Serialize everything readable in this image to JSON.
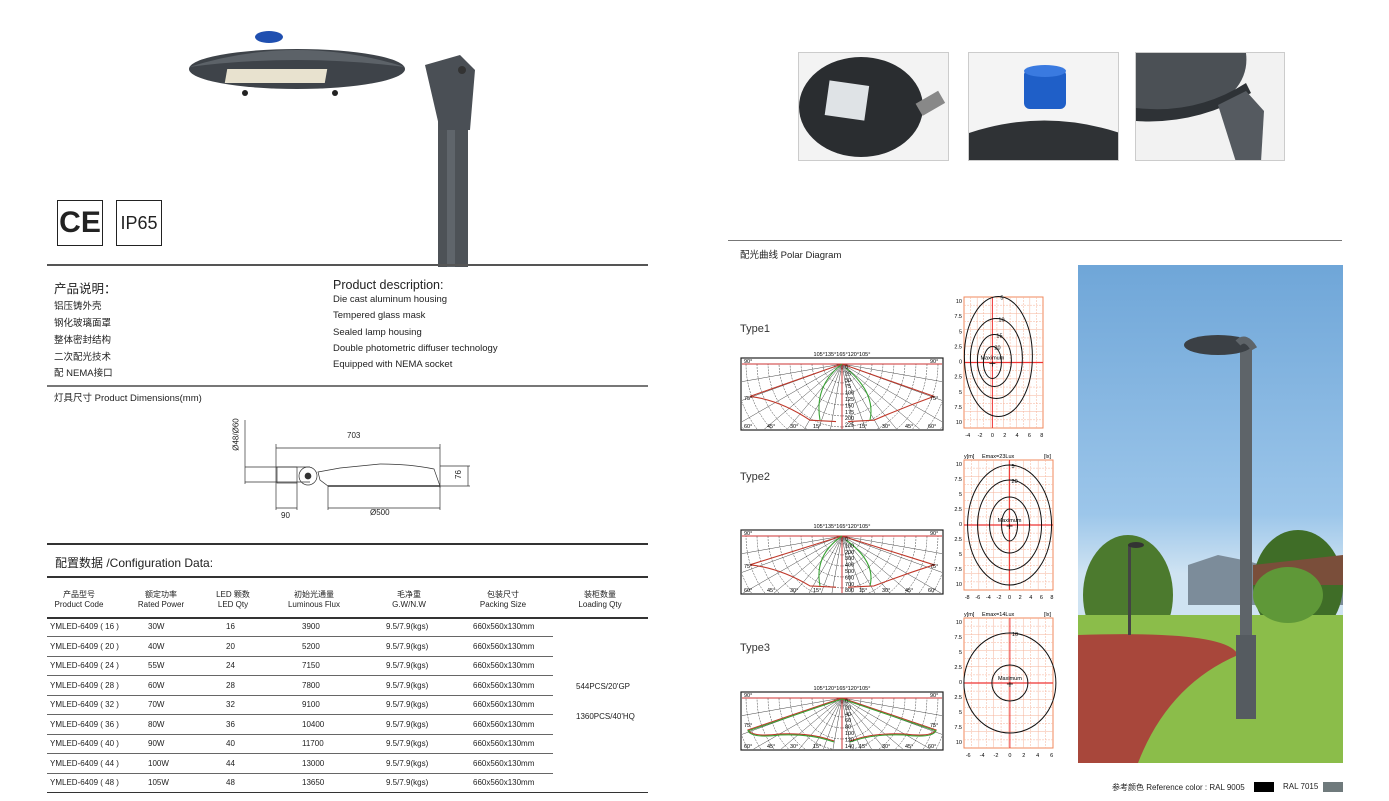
{
  "certifications": {
    "ce": "CE",
    "ip": "IP65"
  },
  "description_cn": {
    "title": "产品说明：",
    "items": [
      "铝压铸外壳",
      "钢化玻璃面罩",
      "整体密封结构",
      "二次配光技术",
      "配 NEMA接口"
    ]
  },
  "description_en": {
    "title": "Product description:",
    "items": [
      "Die cast aluminum housing",
      "Tempered glass mask",
      "Sealed lamp housing",
      "Double photometric diffuser technology",
      "Equipped with NEMA socket"
    ]
  },
  "dimensions": {
    "title": "灯具尺寸 Product Dimensions(mm)",
    "length": "703",
    "diameter_pole": "Ø48/Ø60",
    "height": "76",
    "arm": "90",
    "diameter_head": "Ø500"
  },
  "config": {
    "title": "配置数据 /Configuration Data:",
    "headers": [
      {
        "cn": "产品型号",
        "en": "Product Code"
      },
      {
        "cn": "额定功率",
        "en": "Rated Power"
      },
      {
        "cn": "LED 颗数",
        "en": "LED Qty"
      },
      {
        "cn": "初始光通量",
        "en": "Luminous Flux"
      },
      {
        "cn": "毛净重",
        "en": "G.W/N.W"
      },
      {
        "cn": "包装尺寸",
        "en": "Packing Size"
      },
      {
        "cn": "装柜数量",
        "en": "Loading Qty"
      }
    ],
    "rows": [
      [
        "YMLED-6409 ( 16 )",
        "30W",
        "16",
        "3900",
        "9.5/7.9(kgs)",
        "660x560x130mm"
      ],
      [
        "YMLED-6409 ( 20 )",
        "40W",
        "20",
        "5200",
        "9.5/7.9(kgs)",
        "660x560x130mm"
      ],
      [
        "YMLED-6409 ( 24 )",
        "55W",
        "24",
        "7150",
        "9.5/7.9(kgs)",
        "660x560x130mm"
      ],
      [
        "YMLED-6409 ( 28 )",
        "60W",
        "28",
        "7800",
        "9.5/7.9(kgs)",
        "660x560x130mm"
      ],
      [
        "YMLED-6409 ( 32 )",
        "70W",
        "32",
        "9100",
        "9.5/7.9(kgs)",
        "660x560x130mm"
      ],
      [
        "YMLED-6409 ( 36 )",
        "80W",
        "36",
        "10400",
        "9.5/7.9(kgs)",
        "660x560x130mm"
      ],
      [
        "YMLED-6409 ( 40 )",
        "90W",
        "40",
        "11700",
        "9.5/7.9(kgs)",
        "660x560x130mm"
      ],
      [
        "YMLED-6409 ( 44 )",
        "100W",
        "44",
        "13000",
        "9.5/7.9(kgs)",
        "660x560x130mm"
      ],
      [
        "YMLED-6409 ( 48 )",
        "105W",
        "48",
        "13650",
        "9.5/7.9(kgs)",
        "660x560x130mm"
      ]
    ],
    "loading": [
      "544PCS/20'GP",
      "1360PCS/40'HQ"
    ]
  },
  "polar": {
    "title": "配光曲线 Polar Diagram",
    "top_angles": "105°135°165°120°105°",
    "top_angles_3": "105°120°165°120°105°",
    "side_angles": [
      "90°",
      "75°",
      "60°",
      "45°",
      "30°",
      "15°"
    ],
    "maximum_label": "Maximum",
    "unit_y": "y[m]",
    "unit_lx": "[lx]",
    "types": [
      {
        "label": "Type1",
        "rings": [
          "0",
          "25",
          "50",
          "75",
          "100",
          "125",
          "150",
          "175",
          "200",
          "225"
        ],
        "emax": "",
        "contours": [
          "5",
          "10",
          "15",
          "20"
        ],
        "x_ticks": [
          "-4",
          "-2",
          "0",
          "2",
          "4",
          "6",
          "8"
        ]
      },
      {
        "label": "Type2",
        "rings": [
          "0",
          "100",
          "200",
          "300",
          "400",
          "500",
          "600",
          "700",
          "800"
        ],
        "emax": "Emax=23Lux",
        "contours": [
          "5",
          "20"
        ],
        "x_ticks": [
          "-8",
          "-6",
          "-4",
          "-2",
          "0",
          "2",
          "4",
          "6",
          "8"
        ]
      },
      {
        "label": "Type3",
        "rings": [
          "0",
          "20",
          "40",
          "60",
          "80",
          "100",
          "120",
          "140"
        ],
        "emax": "Emax=14Lux",
        "contours": [
          "10"
        ],
        "x_ticks": [
          "-6",
          "-4",
          "-2",
          "0",
          "2",
          "4",
          "6"
        ]
      }
    ],
    "y_ticks": [
      "10",
      "7.5",
      "5",
      "2.5",
      "0",
      "2.5",
      "5",
      "7.5",
      "10"
    ]
  },
  "reference": {
    "label": "参考颜色 Reference color : RAL 9005",
    "second": "RAL 7015",
    "color1": "#000000",
    "color2": "#6f7a7c"
  }
}
